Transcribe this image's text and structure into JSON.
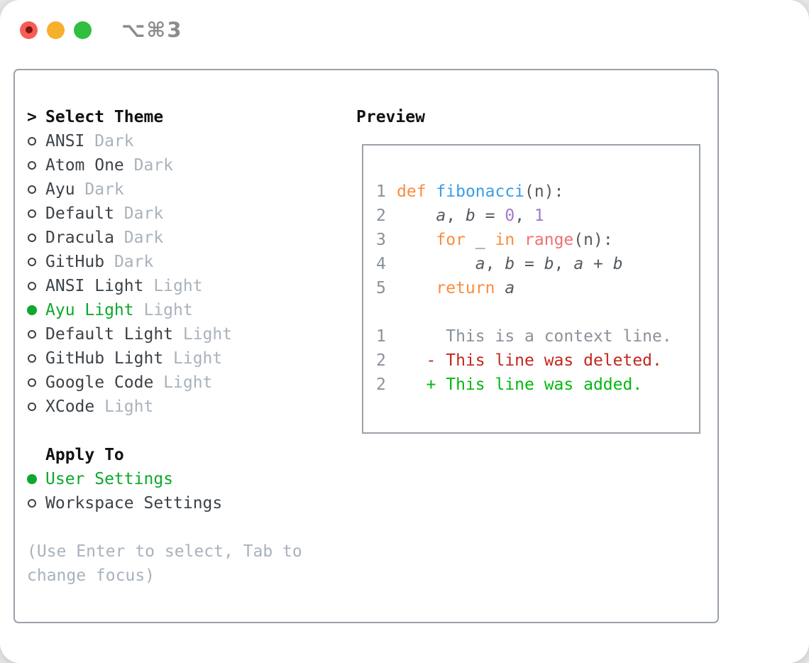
{
  "palette": {
    "fg": "#545a60",
    "keyword": "#fa8d3e",
    "function": "#399ee6",
    "number": "#a37acc",
    "special": "#f07171",
    "linenum": "#8a9199",
    "context": "#8a9199",
    "deleted": "#c3271d",
    "added": "#00b90f",
    "selected_green": "#0da82d",
    "item_text": "#3d4248",
    "variant_text": "#a9b2bc",
    "hint_text": "#a9b2bc",
    "header_text": "#101214",
    "border": "#9aa2ab",
    "title_text": "#8c8c8c",
    "traffic_red": "#f85d55",
    "traffic_red_dot": "#7c1512",
    "traffic_yellow": "#f6b02c",
    "traffic_green": "#30bf3e"
  },
  "window": {
    "title": "⌥⌘3",
    "traffic_lights": [
      "close",
      "minimize",
      "zoom"
    ]
  },
  "sidebar": {
    "header": "Select Theme",
    "cursor": ">",
    "themes": [
      {
        "name": "ANSI",
        "variant": "Dark",
        "selected": false
      },
      {
        "name": "Atom One",
        "variant": "Dark",
        "selected": false
      },
      {
        "name": "Ayu",
        "variant": "Dark",
        "selected": false
      },
      {
        "name": "Default",
        "variant": "Dark",
        "selected": false
      },
      {
        "name": "Dracula",
        "variant": "Dark",
        "selected": false
      },
      {
        "name": "GitHub",
        "variant": "Dark",
        "selected": false
      },
      {
        "name": "ANSI Light",
        "variant": "Light",
        "selected": false
      },
      {
        "name": "Ayu Light",
        "variant": "Light",
        "selected": true
      },
      {
        "name": "Default Light",
        "variant": "Light",
        "selected": false
      },
      {
        "name": "GitHub Light",
        "variant": "Light",
        "selected": false
      },
      {
        "name": "Google Code",
        "variant": "Light",
        "selected": false
      },
      {
        "name": "XCode",
        "variant": "Light",
        "selected": false
      }
    ],
    "apply_to": {
      "header": "Apply To",
      "options": [
        {
          "label": "User Settings",
          "selected": true
        },
        {
          "label": "Workspace Settings",
          "selected": false
        }
      ]
    },
    "hint_line1": "(Use Enter to select, Tab to",
    "hint_line2": "change focus)"
  },
  "preview": {
    "title": "Preview",
    "code_lines": [
      {
        "num": "1",
        "tokens": [
          {
            "text": "def",
            "color": "keyword"
          },
          {
            "text": " ",
            "color": "fg"
          },
          {
            "text": "fibonacci",
            "color": "function"
          },
          {
            "text": "(n):",
            "color": "fg"
          }
        ]
      },
      {
        "num": "2",
        "tokens": [
          {
            "text": "    ",
            "color": "fg"
          },
          {
            "text": "a",
            "color": "fg",
            "italic": true
          },
          {
            "text": ", ",
            "color": "fg"
          },
          {
            "text": "b",
            "color": "fg",
            "italic": true
          },
          {
            "text": " = ",
            "color": "fg"
          },
          {
            "text": "0",
            "color": "number"
          },
          {
            "text": ", ",
            "color": "fg"
          },
          {
            "text": "1",
            "color": "number"
          }
        ]
      },
      {
        "num": "3",
        "tokens": [
          {
            "text": "    ",
            "color": "fg"
          },
          {
            "text": "for",
            "color": "keyword"
          },
          {
            "text": " _ ",
            "color": "fg"
          },
          {
            "text": "in",
            "color": "keyword"
          },
          {
            "text": " ",
            "color": "fg"
          },
          {
            "text": "range",
            "color": "special"
          },
          {
            "text": "(n):",
            "color": "fg"
          }
        ]
      },
      {
        "num": "4",
        "tokens": [
          {
            "text": "        ",
            "color": "fg"
          },
          {
            "text": "a",
            "color": "fg",
            "italic": true
          },
          {
            "text": ", ",
            "color": "fg"
          },
          {
            "text": "b",
            "color": "fg",
            "italic": true
          },
          {
            "text": " = ",
            "color": "fg"
          },
          {
            "text": "b",
            "color": "fg",
            "italic": true
          },
          {
            "text": ", ",
            "color": "fg"
          },
          {
            "text": "a",
            "color": "fg",
            "italic": true
          },
          {
            "text": " + ",
            "color": "fg"
          },
          {
            "text": "b",
            "color": "fg",
            "italic": true
          }
        ]
      },
      {
        "num": "5",
        "tokens": [
          {
            "text": "    ",
            "color": "fg"
          },
          {
            "text": "return",
            "color": "keyword"
          },
          {
            "text": " ",
            "color": "fg"
          },
          {
            "text": "a",
            "color": "fg",
            "italic": true
          }
        ]
      }
    ],
    "diff_lines": [
      {
        "num": "1",
        "color": "context",
        "text": "     This is a context line."
      },
      {
        "num": "2",
        "color": "deleted",
        "text": "   - This line was deleted."
      },
      {
        "num": "2",
        "color": "added",
        "text": "   + This line was added."
      }
    ]
  }
}
